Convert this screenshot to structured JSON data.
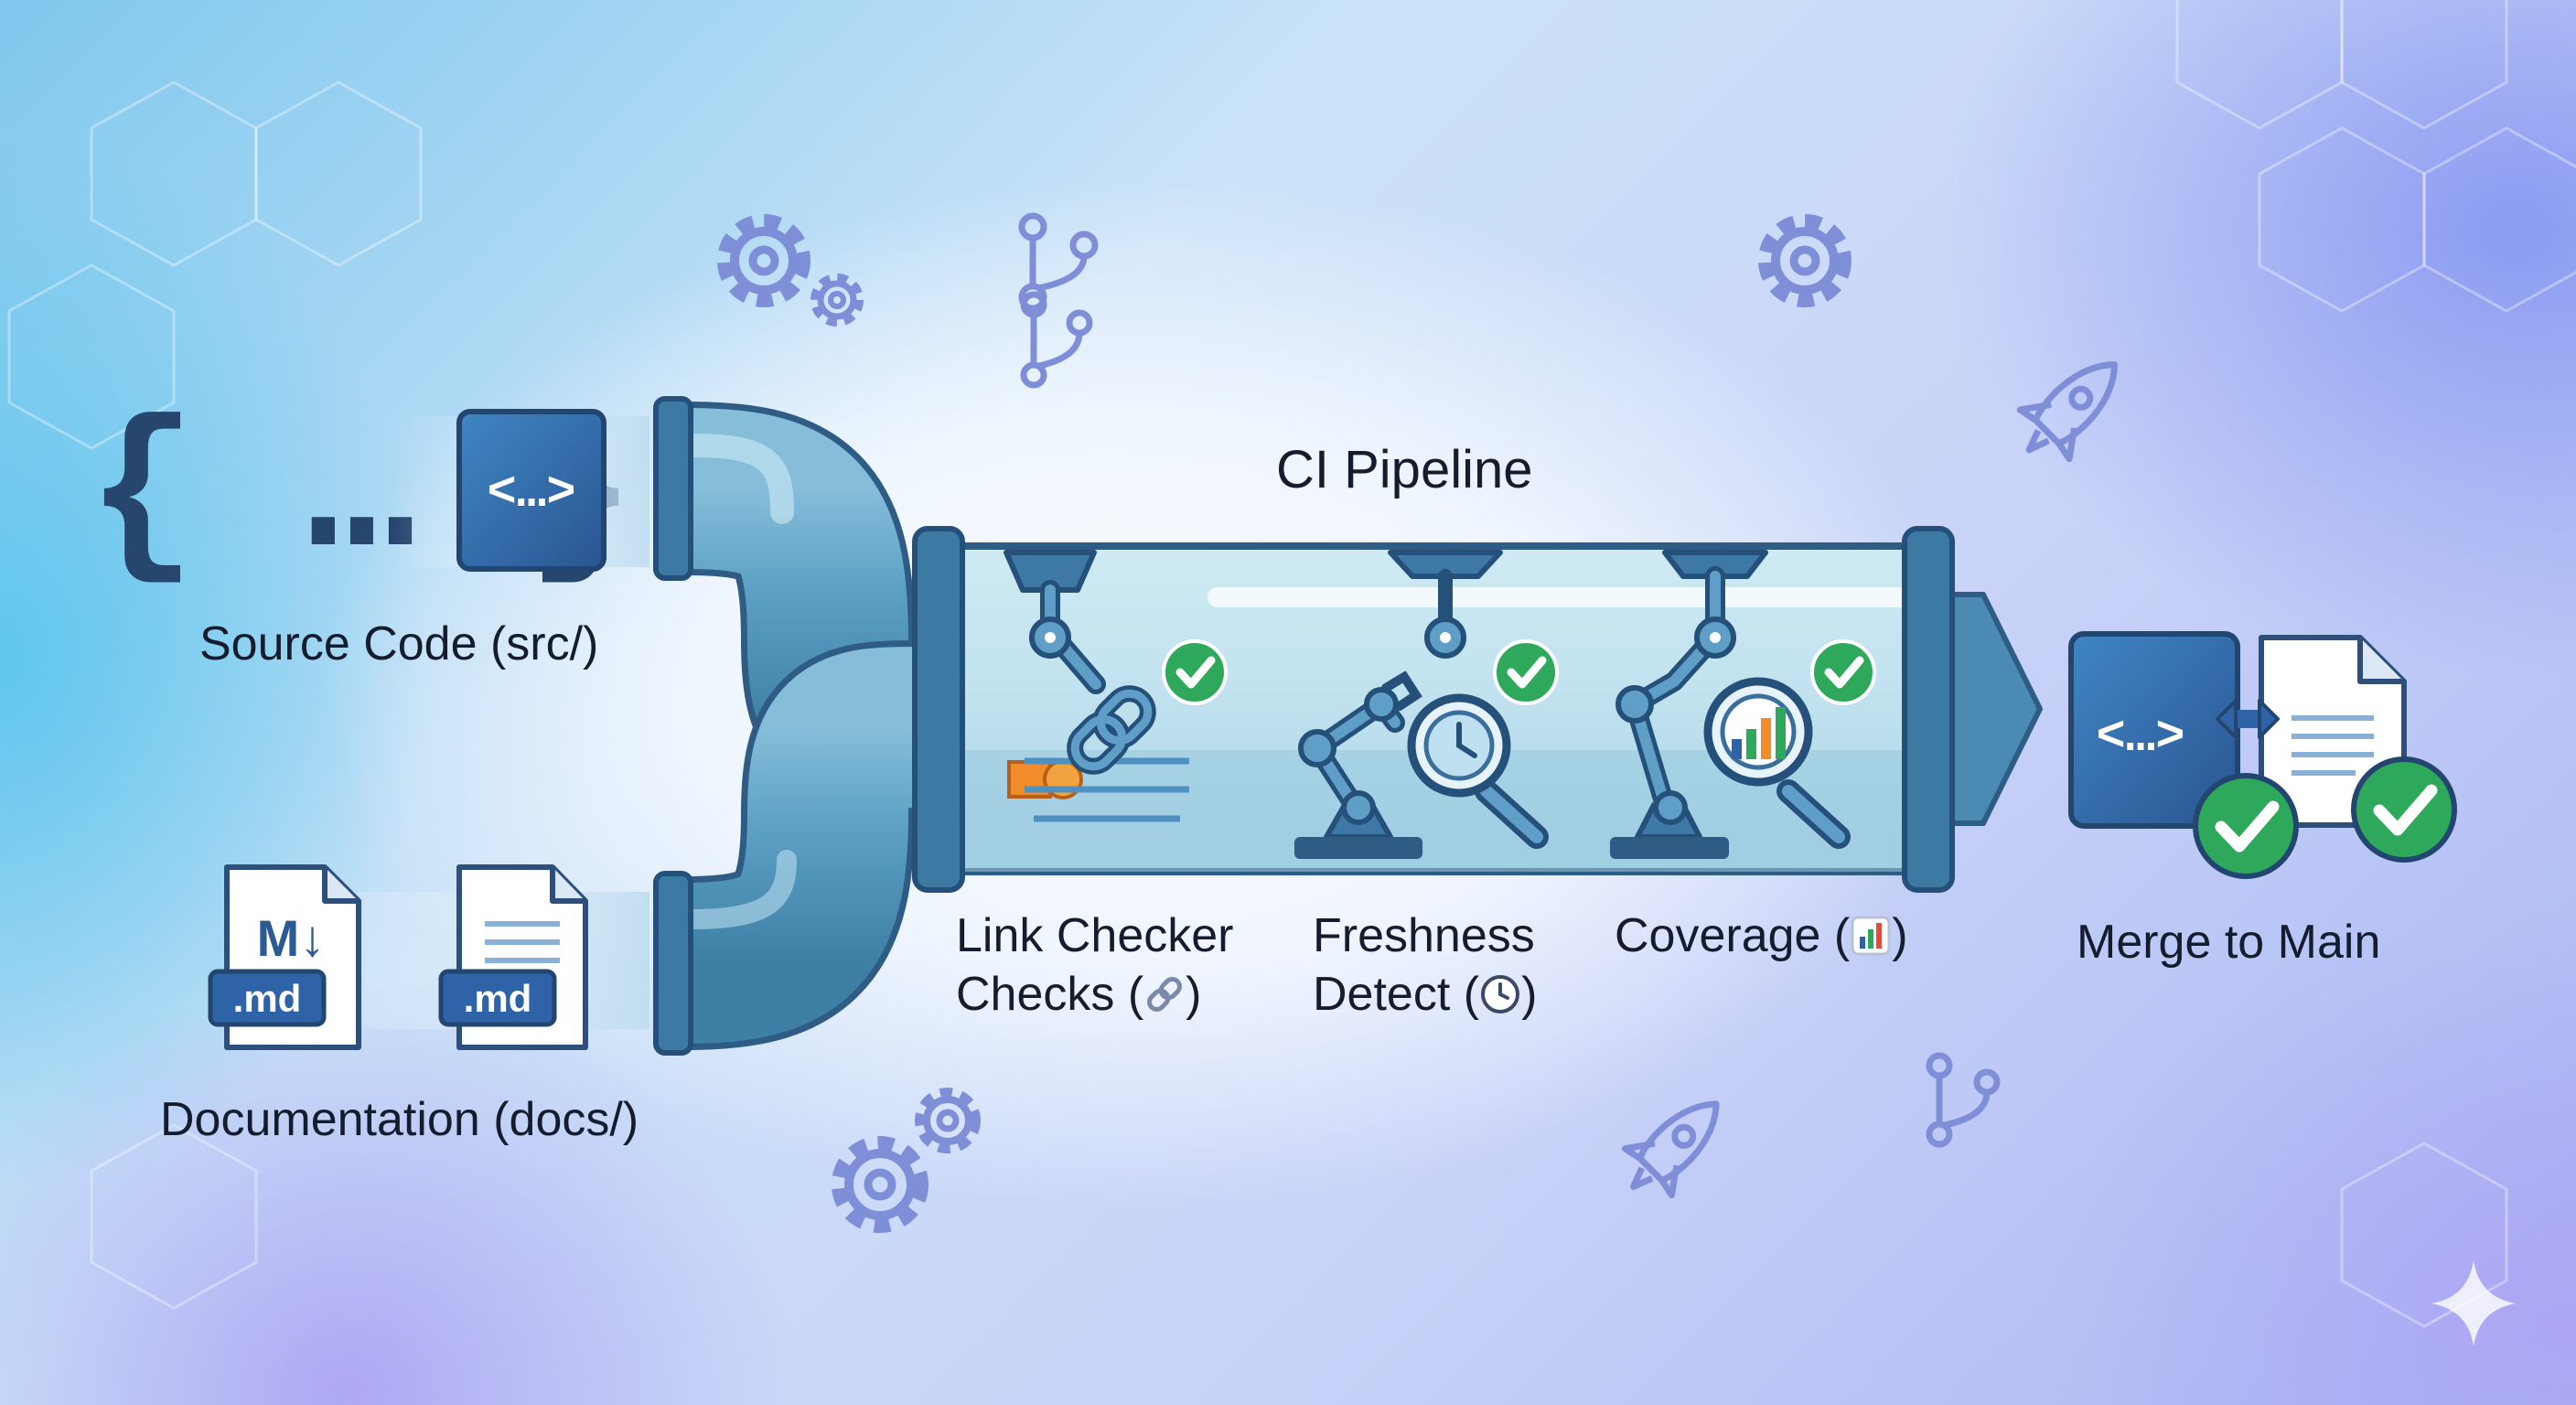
{
  "diagram": {
    "title": "CI Pipeline",
    "inputs": {
      "source_code": {
        "label": "Source Code (src/)",
        "brace_glyph": "{ … }",
        "tag_glyph": "<…>"
      },
      "documentation": {
        "label": "Documentation (docs/)",
        "md_badge": ".md",
        "md_badge_2": ".md",
        "markdown_logo": "M↓"
      }
    },
    "stages": [
      {
        "label_line1": "Link Checker",
        "label_line2": "Checks (",
        "label_suffix": ")",
        "icon": "link-icon",
        "status": "passed"
      },
      {
        "label_line1": "Freshness",
        "label_line2": "Detect (",
        "label_suffix": ")",
        "icon": "clock-icon",
        "status": "passed"
      },
      {
        "label_line1": "Coverage (",
        "label_suffix": ")",
        "icon": "bar-chart-icon",
        "status": "passed"
      }
    ],
    "output": {
      "label": "Merge to Main",
      "tag_glyph": "<…>"
    },
    "colors": {
      "pipe": "#4f8fb3",
      "pipe_dark": "#2f5c84",
      "accent_blue": "#2f63a8",
      "check_green": "#2ea85a",
      "text": "#141c2e"
    }
  }
}
